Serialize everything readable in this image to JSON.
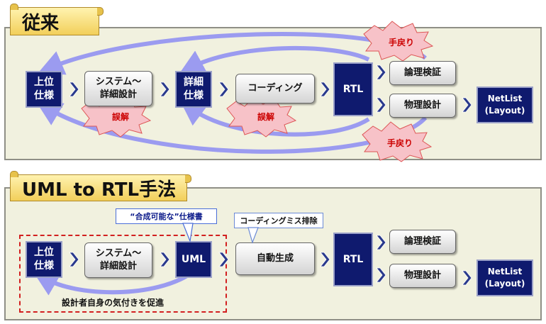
{
  "top": {
    "title": "従来",
    "upper_spec": "上位\n仕様",
    "system_design": "システム～\n詳細設計",
    "detail_spec": "詳細\n仕様",
    "coding": "コーディング",
    "rtl": "RTL",
    "logic_verify": "論理検証",
    "physical_design": "物理設計",
    "netlist": "NetList\n(Layout)",
    "misunderstanding_1": "誤解",
    "misunderstanding_2": "誤解",
    "rework_top": "手戻り",
    "rework_bottom": "手戻り"
  },
  "bottom": {
    "title": "UML to RTL手法",
    "upper_spec": "上位\n仕様",
    "system_design": "システム～\n詳細設計",
    "uml": "UML",
    "auto_gen": "自動生成",
    "rtl": "RTL",
    "logic_verify": "論理検証",
    "physical_design": "物理設計",
    "netlist": "NetList\n(Layout)",
    "callout_spec": "“合成可能な”仕様書",
    "callout_coding": "コーディングミス排除",
    "note": "設計者自身の気付きを促進"
  },
  "colors": {
    "navy": "#0f1a6e",
    "arrow": "#9b9bf0",
    "chevron": "#2a3a8c",
    "burst": "#f7c2c8",
    "dashed": "#d22020"
  }
}
